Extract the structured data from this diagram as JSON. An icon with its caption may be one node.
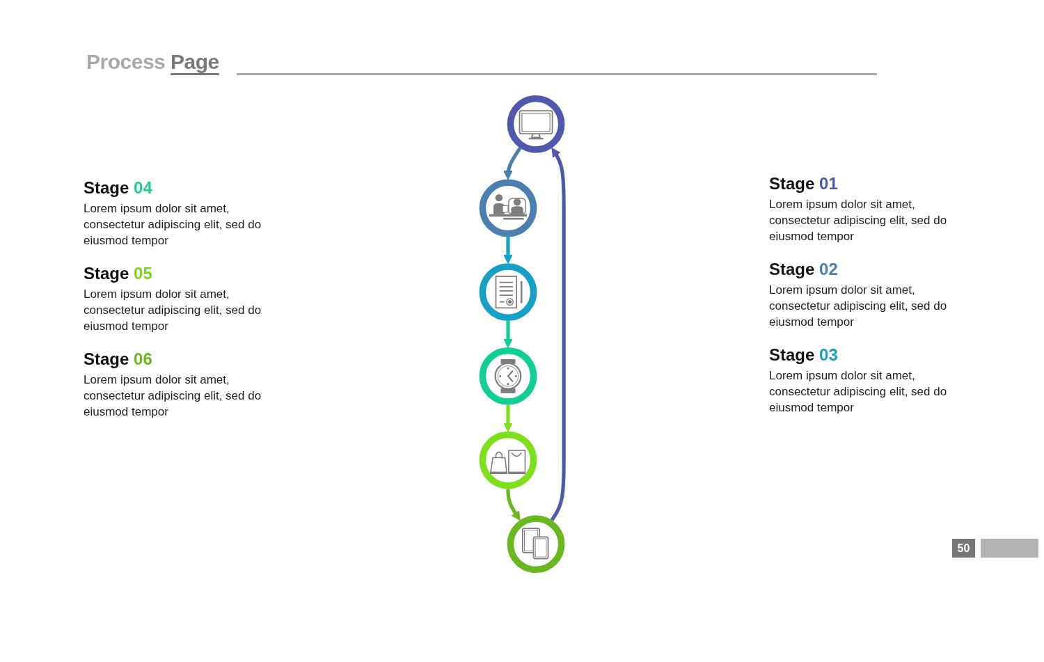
{
  "diagram": {
    "title": "Process Page",
    "nodes": [
      {
        "text": [],
        "shape": "circle"
      },
      {
        "text": [],
        "shape": "circle"
      },
      {
        "text": [],
        "shape": "circle"
      },
      {
        "text": [],
        "shape": "circle"
      },
      {
        "text": [],
        "shape": "circle"
      },
      {
        "text": [],
        "shape": "circle"
      }
    ],
    "edges": [
      {
        "from": 0,
        "to": 1,
        "arrow": "to",
        "color": "#4a7fb0"
      },
      {
        "from": 1,
        "to": 2,
        "arrow": "to",
        "color": "#16a0c6"
      },
      {
        "from": 2,
        "to": 3,
        "arrow": "to",
        "color": "#10cf95"
      },
      {
        "from": 3,
        "to": 4,
        "arrow": "to",
        "color": "#7ee01a"
      },
      {
        "from": 4,
        "to": 5,
        "arrow": "to",
        "color": "#6ab820"
      },
      {
        "from": 5,
        "to": 0,
        "arrow": "to",
        "color": "#4f58ad"
      }
    ],
    "labels": [
      "Stage 04",
      "Lorem ipsum dolor sit amet, consectetur adipiscing elit, sed do eiusmod tempor",
      "Stage 05",
      "Lorem ipsum dolor sit amet, consectetur adipiscing elit, sed do eiusmod tempor",
      "Stage 06",
      "Lorem ipsum dolor sit amet, consectetur adipiscing elit, sed do eiusmod tempor",
      "Stage 01",
      "Lorem ipsum dolor sit amet, consectetur adipiscing elit, sed do eiusmod tempor",
      "Stage 02",
      "Lorem ipsum dolor sit amet, consectetur adipiscing elit, sed do eiusmod tempor",
      "Stage 03",
      "Lorem ipsum dolor sit amet, consectetur adipiscing elit, sed do eiusmod tempor",
      "50"
    ]
  }
}
